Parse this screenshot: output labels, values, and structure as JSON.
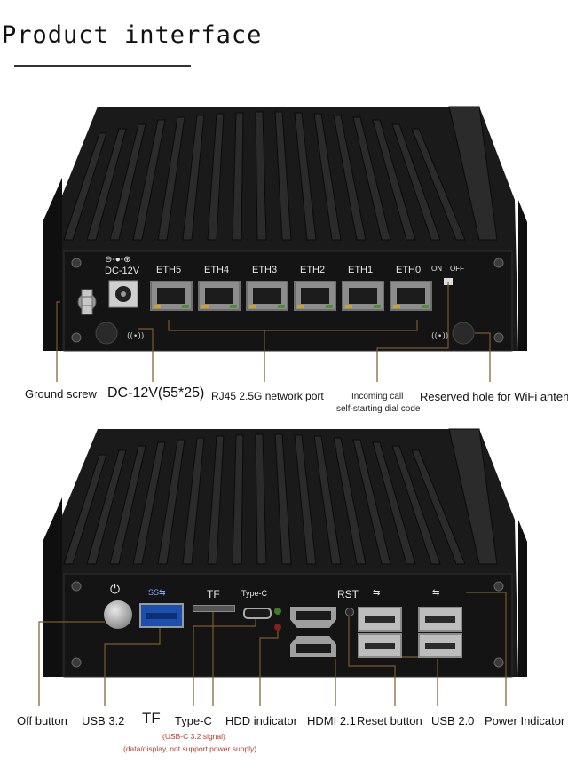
{
  "title": "Product interface",
  "top_panel": {
    "dc_label": "DC-12V",
    "dc_symbol": "⊖-●-⊕",
    "eth_ports": [
      "ETH5",
      "ETH4",
      "ETH3",
      "ETH2",
      "ETH1",
      "ETH0"
    ],
    "switch_on": "ON",
    "switch_off": "OFF"
  },
  "top_callouts": {
    "ground_screw": "Ground screw",
    "dc": "DC-12V(55*25)",
    "rj45": "RJ45 2.5G network port",
    "incoming_line1": "Incoming call",
    "incoming_line2": "self-starting dial code",
    "wifi_hole": "Reserved hole for WiFi antenna"
  },
  "bottom_panel": {
    "power_symbol": "⏻",
    "usb_symbol": "SS⇆",
    "tf_label": "TF",
    "typec_label": "Type-C",
    "rst_label": "RST",
    "usb2_symbol": "⇆"
  },
  "bottom_callouts": {
    "off_button": "Off button",
    "usb32": "USB 3.2",
    "tf": "TF",
    "typec": "Type-C",
    "typec_note1": "(USB-C 3.2 signal)",
    "typec_note2": "(data/display, not support power supply)",
    "hdd": "HDD indicator",
    "hdmi": "HDMI 2.1",
    "reset": "Reset button",
    "usb20": "USB 2.0",
    "power_indicator": "Power Indicator"
  },
  "colors": {
    "device_body": "#141414",
    "callout_line": "#7a5a2a",
    "usb3_blue": "#1c4fae",
    "note_red": "#c0392b"
  }
}
